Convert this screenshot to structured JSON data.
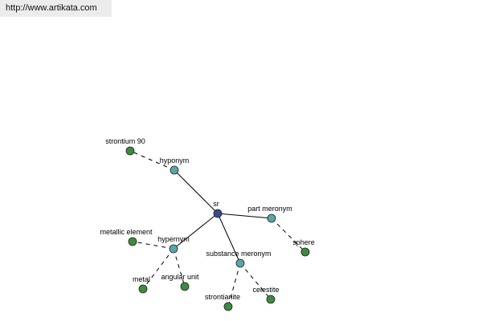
{
  "banner": {
    "url": "http://www.artikata.com"
  },
  "colors": {
    "root": "#3a4a8c",
    "relation": "#5aa5a8",
    "term": "#3f8a3f",
    "node_stroke": "#222222",
    "edge": "#000000"
  },
  "graph": {
    "root": "sr",
    "relations": [
      {
        "label": "hyponym",
        "terms": [
          "strontium 90"
        ]
      },
      {
        "label": "part meronym",
        "terms": [
          "sphere"
        ]
      },
      {
        "label": "hypernym",
        "terms": [
          "metallic element",
          "metal",
          "angular unit"
        ]
      },
      {
        "label": "substance meronym",
        "terms": [
          "strontianite",
          "celestite"
        ]
      }
    ]
  }
}
